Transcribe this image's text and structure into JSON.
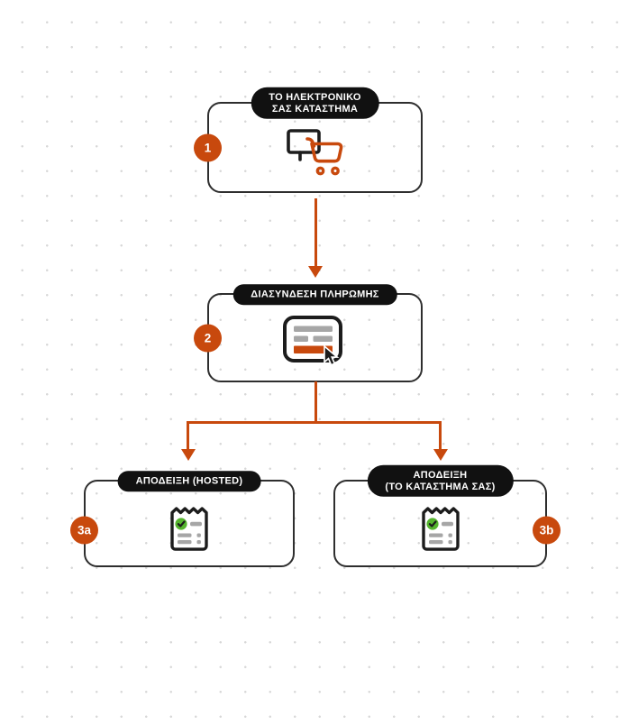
{
  "diagram": {
    "background": {
      "color": "#ffffff",
      "dot_color": "#d8d8d8"
    },
    "colors": {
      "accent_orange": "#c8490d",
      "pill_bg": "#111111",
      "pill_text": "#ffffff",
      "box_border": "#2e2e2e",
      "icon_dark": "#1c1c1c",
      "icon_gray": "#a6a6a6",
      "check_green": "#55b42e"
    },
    "nodes": [
      {
        "badge": "1",
        "title_line1": "ΤΟ ΗΛΕΚΤΡΟΝΙΚΟ",
        "title_line2": "ΣΑΣ ΚΑΤΑΣΤΗΜΑ",
        "icon": "monitor-shopping-cart-icon"
      },
      {
        "badge": "2",
        "title_line1": "ΔΙΑΣΥΝΔΕΣΗ ΠΛΗΡΩΜΗΣ",
        "title_line2": "",
        "icon": "payment-form-cursor-icon"
      },
      {
        "badge": "3a",
        "title_line1": "ΑΠΟΔΕΙΞΗ (HOSTED)",
        "title_line2": "",
        "icon": "receipt-check-icon"
      },
      {
        "badge": "3b",
        "title_line1": "ΑΠΟΔΕΙΞΗ",
        "title_line2": "(ΤΟ ΚΑΤΑΣΤΗΜΑ ΣΑΣ)",
        "icon": "receipt-check-icon"
      }
    ]
  }
}
